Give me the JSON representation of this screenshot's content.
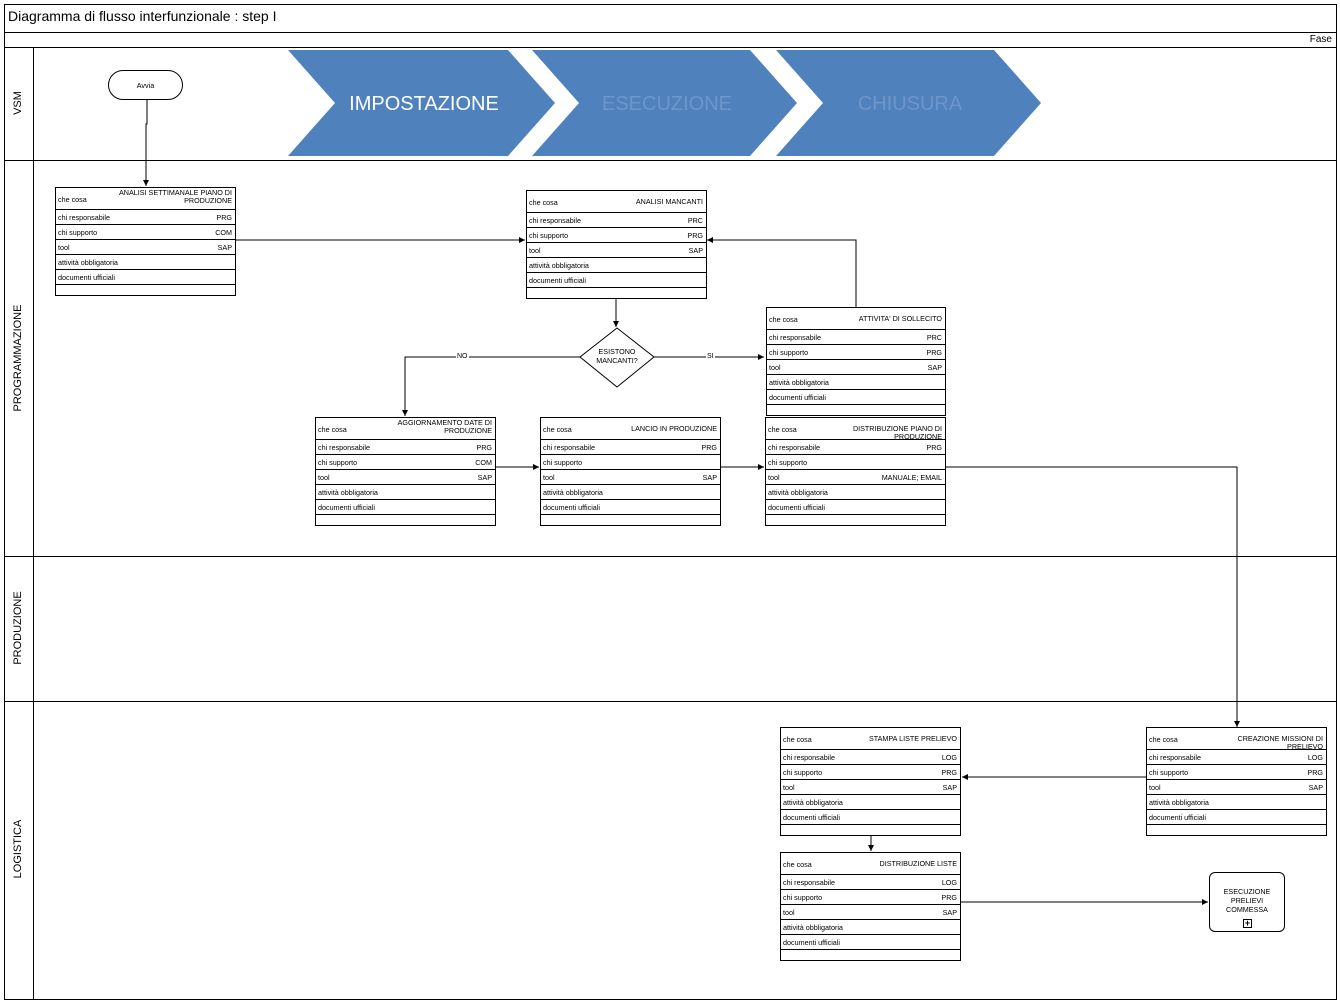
{
  "header": {
    "title": "Diagramma di flusso interfunzionale : step I",
    "fase_label": "Fase"
  },
  "lanes": [
    "VSM",
    "PROGRAMMAZIONE",
    "PRODUZIONE",
    "LOGISTICA"
  ],
  "phases": [
    "IMPOSTAZIONE",
    "ESECUZIONE",
    "CHIUSURA"
  ],
  "colors": {
    "phase_fill": "#4f81bd",
    "phase_active_text": "#ffffff",
    "phase_inactive_text": "#6f95c9"
  },
  "field_labels": {
    "che_cosa": "che cosa",
    "responsabile": "chi responsabile",
    "supporto": "chi supporto",
    "tool": "tool",
    "obbligatoria": "attività obbligatoria",
    "documenti": "documenti ufficiali"
  },
  "start": {
    "label": "Avvia"
  },
  "decision": {
    "label": "ESISTONO MANCANTI?",
    "no": "NO",
    "yes": "SI"
  },
  "subprocess": {
    "label": "ESECUZIONE PRELIEVI COMMESSA",
    "icon": "plus-icon"
  },
  "boxes": {
    "b1": {
      "what": "ANALISI SETTIMANALE PIANO DI PRODUZIONE",
      "resp": "PRG",
      "supp": "COM",
      "tool": "SAP"
    },
    "b2": {
      "what": "ANALISI MANCANTI",
      "resp": "PRC",
      "supp": "PRG",
      "tool": "SAP"
    },
    "b3": {
      "what": "ATTIVITA' DI SOLLECITO",
      "resp": "PRC",
      "supp": "PRG",
      "tool": "SAP"
    },
    "b4": {
      "what": "AGGIORNAMENTO DATE DI PRODUZIONE",
      "resp": "PRG",
      "supp": "COM",
      "tool": "SAP"
    },
    "b5": {
      "what": "LANCIO IN PRODUZIONE",
      "resp": "PRG",
      "supp": "",
      "tool": "SAP"
    },
    "b6": {
      "what": "DISTRIBUZIONE PIANO DI PRODUZIONE",
      "resp": "PRG",
      "supp": "",
      "tool": "MANUALE; EMAIL"
    },
    "b7": {
      "what": "CREAZIONE MISSIONI DI PRELIEVO",
      "resp": "LOG",
      "supp": "PRG",
      "tool": "SAP"
    },
    "b8": {
      "what": "STAMPA LISTE PRELIEVO",
      "resp": "LOG",
      "supp": "PRG",
      "tool": "SAP"
    },
    "b9": {
      "what": "DISTRIBUZIONE LISTE",
      "resp": "LOG",
      "supp": "PRG",
      "tool": "SAP"
    }
  }
}
